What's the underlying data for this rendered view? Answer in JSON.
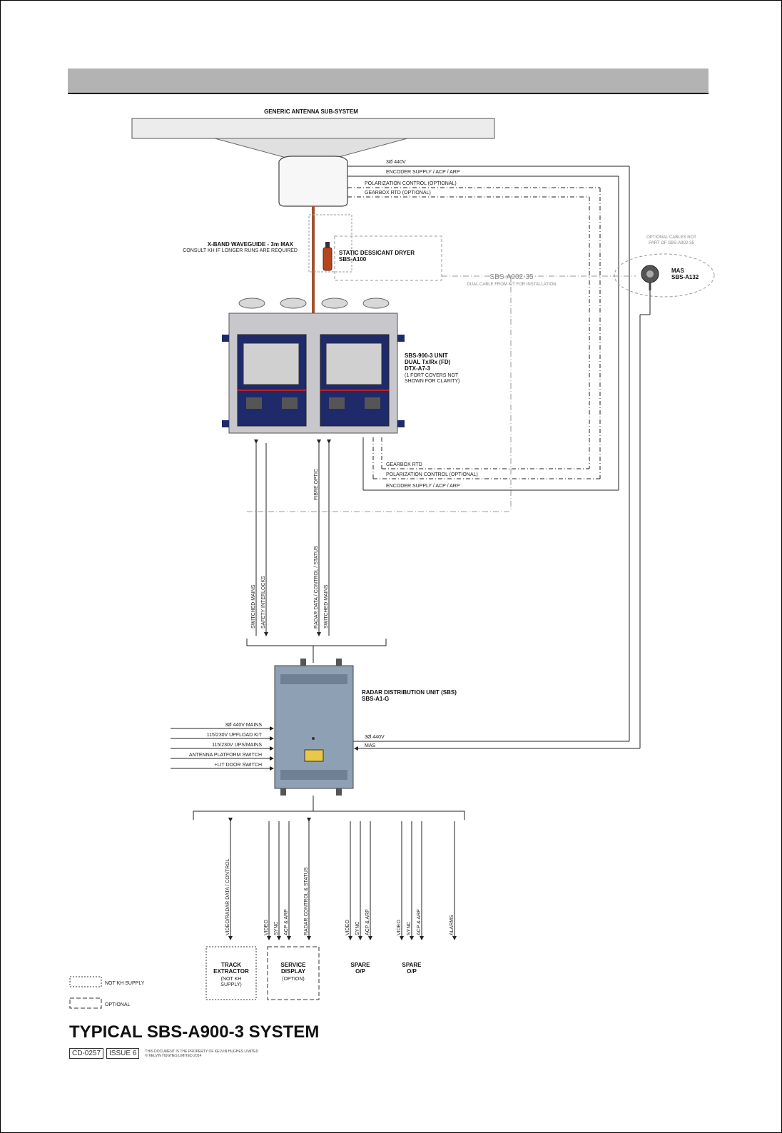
{
  "title": "TYPICAL SBS-A900-3 SYSTEM",
  "footer": {
    "doc_number": "CD-0257",
    "issue": "ISSUE 6",
    "note_line1": "THIS DOCUMENT IS THE PROPERTY OF KELVIN HUGHES LIMITED",
    "note_line2": "© KELVIN HUGHES LIMITED 2014"
  },
  "antenna": {
    "label": "GENERIC ANTENNA SUB-SYSTEM"
  },
  "waveguide": {
    "title": "X-BAND WAVEGUIDE - 3m MAX",
    "sub": "CONSULT KH IF LONGER RUNS ARE REQUIRED"
  },
  "dryer": {
    "name": "STATIC DESSICANT DRYER",
    "model": "SBS-A100"
  },
  "cable": {
    "name": "SBS-A902-35",
    "sub": "DUAL CABLE FROM KIT FOR INSTALLATION"
  },
  "optional_note": {
    "line1": "OPTIONAL CABLES NOT",
    "line2": "PART OF SBS-A902-35"
  },
  "mas": {
    "name": "MAS",
    "model": "SBS-A132"
  },
  "txrx": {
    "line1": "SBS-900-3 UNIT",
    "line2": "DUAL Tx/Rx (FD)",
    "line3": "DTX-A7-3",
    "note1": "(1 FORT COVERS NOT",
    "note2": "SHOWN FOR CLARITY)"
  },
  "antenna_signals": {
    "s1": "3Ø 440V",
    "s2": "ENCODER SUPPLY / ACP / ARP",
    "s3": "POLARIZATION CONTROL (OPTIONAL)",
    "s4": "GEARBOX RTD (OPTIONAL)"
  },
  "unit_signals": {
    "s1": "GEARBOX RTD",
    "s2": "POLARIZATION CONTROL (OPTIONAL)",
    "s3": "ENCODER SUPPLY / ACP / ARP"
  },
  "vertical_links": {
    "v1": "SWITCHED MAINS",
    "v2": "SAFETY INTERLOCKS",
    "v3": "RADAR DATA / CONTROL / STATUS",
    "v4": "SWITCHED MAINS",
    "v5": "FIBRE OPTIC"
  },
  "rdu": {
    "name": "RADAR DISTRIBUTION UNIT (SBS)",
    "model": "SBS-A1-G"
  },
  "rdu_inputs": {
    "i1": "3Ø 440V MAINS",
    "i2": "115/230V UPFLOAD KIT",
    "i3": "115/230V UPS/MAINS",
    "i4": "ANTENNA PLATFORM SWITCH",
    "i5": "+LIT DOOR SWITCH"
  },
  "rdu_right": {
    "r1": "3Ø 440V",
    "r2": "MAS"
  },
  "outputs": {
    "track": "VIDEO/RADAR DATA / CONTROL",
    "svc1": "VIDEO",
    "svc2": "SYNC",
    "svc3": "ACP & ARP",
    "svc4": "RADAR CONTROL & STATUS",
    "sp1a": "VIDEO",
    "sp1b": "SYNC",
    "sp1c": "ACP & ARP",
    "sp2a": "VIDEO",
    "sp2b": "SYNC",
    "sp2c": "ACP & ARP",
    "alarms": "ALARMS"
  },
  "boxes": {
    "track1": "TRACK",
    "track2": "EXTRACTOR",
    "track3": "(NOT KH",
    "track4": "SUPPLY)",
    "svc_1": "SERVICE",
    "svc_2": "DISPLAY",
    "svc_3": "(OPTION)",
    "spare1_1": "SPARE",
    "spare1_2": "O/P",
    "spare2_1": "SPARE",
    "spare2_2": "O/P"
  },
  "legend": {
    "not_supply": "NOT KH SUPPLY",
    "optional": "OPTIONAL"
  }
}
